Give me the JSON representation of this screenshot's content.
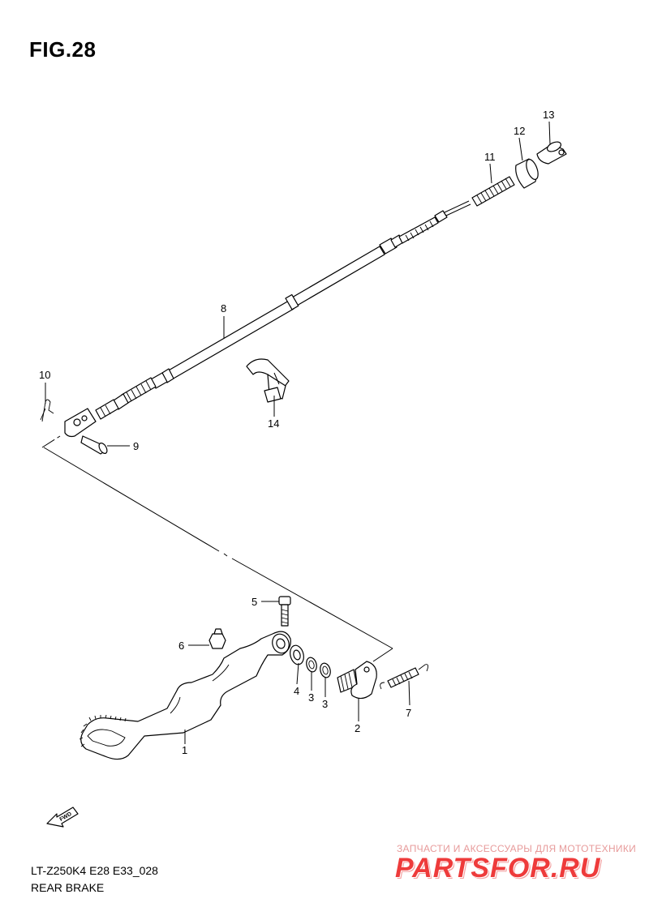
{
  "figure": {
    "title": "FIG.28"
  },
  "footer": {
    "model_code": "LT-Z250K4 E28 E33_028",
    "section_title": "REAR BRAKE"
  },
  "callouts": [
    "1",
    "2",
    "3",
    "3",
    "4",
    "5",
    "6",
    "7",
    "8",
    "9",
    "10",
    "11",
    "12",
    "13",
    "14"
  ],
  "fwd_arrow": {
    "label": "FWD",
    "icon": "forward-arrow-icon"
  },
  "watermark": {
    "tagline": "ЗАПЧАСТИ И АКСЕССУАРЫ ДЛЯ МОТОТЕХНИКИ",
    "logo": "PARTSFOR.RU",
    "color": "#ee3b3b"
  },
  "colors": {
    "line": "#000000",
    "background": "#ffffff"
  }
}
